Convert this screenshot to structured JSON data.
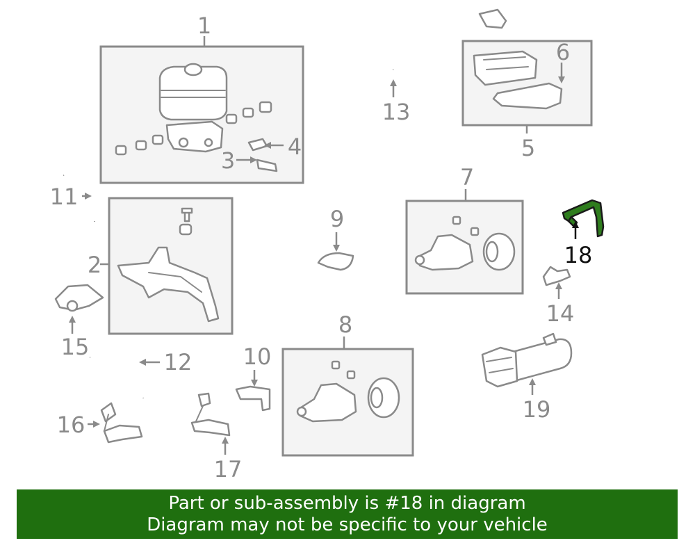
{
  "callouts": {
    "c1": "1",
    "c2": "2",
    "c3": "3",
    "c4": "4",
    "c5": "5",
    "c6": "6",
    "c7": "7",
    "c8": "8",
    "c9": "9",
    "c10": "10",
    "c11": "11",
    "c12": "12",
    "c13": "13",
    "c14": "14",
    "c15": "15",
    "c16": "16",
    "c17": "17",
    "c18": "18",
    "c19": "19"
  },
  "highlighted_part": "18",
  "colors": {
    "highlight_part": "#2f7d1e",
    "banner_background": "#1f6f0f",
    "banner_text": "#ffffff",
    "line_art": "#8a8a8a"
  },
  "banner": {
    "line1": "Part or sub-assembly is #18 in diagram",
    "line2": "Diagram may not be specific to your vehicle"
  }
}
